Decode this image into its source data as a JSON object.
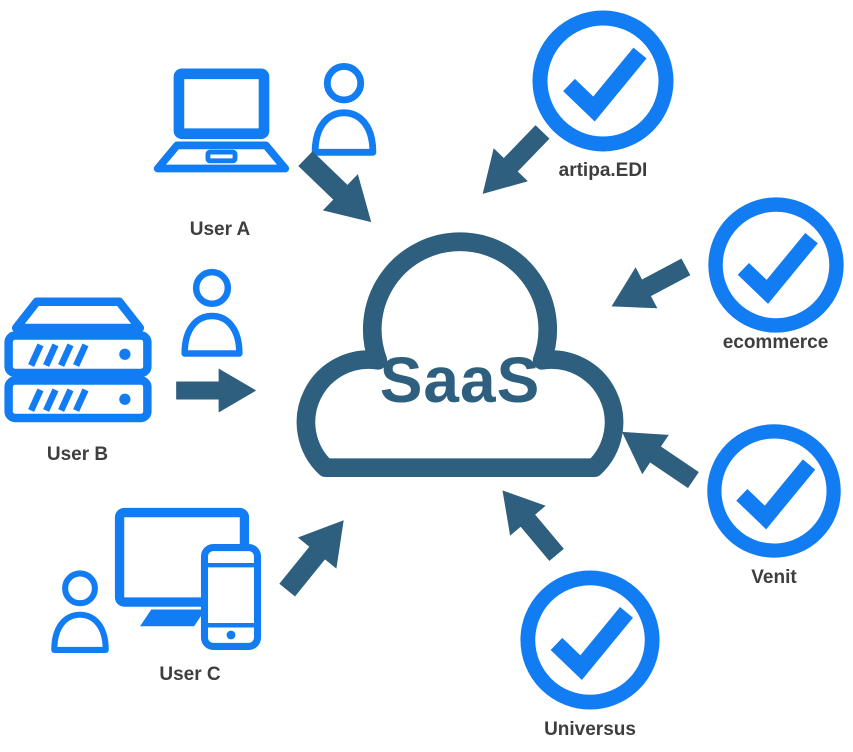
{
  "diagram": {
    "type": "saas-architecture",
    "background": "#ffffff",
    "colors": {
      "primary_blue": "#127CF2",
      "dark_blue": "#2E5F7E",
      "label_text": "#3E3E3E"
    },
    "center": {
      "id": "saas",
      "label": "SaaS",
      "icon": "cloud-icon"
    },
    "users": [
      {
        "id": "user-a",
        "label": "User A",
        "icons": [
          "laptop-icon",
          "person-icon"
        ]
      },
      {
        "id": "user-b",
        "label": "User B",
        "icons": [
          "server-icon",
          "person-icon"
        ]
      },
      {
        "id": "user-c",
        "label": "User C",
        "icons": [
          "monitor-icon",
          "smartphone-icon",
          "person-icon"
        ]
      }
    ],
    "services": [
      {
        "id": "artipa-edi",
        "label": "artipa.EDI",
        "icon": "check-circle-icon"
      },
      {
        "id": "ecommerce",
        "label": "ecommerce",
        "icon": "check-circle-icon"
      },
      {
        "id": "venit",
        "label": "Venit",
        "icon": "check-circle-icon"
      },
      {
        "id": "universus",
        "label": "Universus",
        "icon": "check-circle-icon"
      }
    ],
    "connections": [
      {
        "from": "user-a",
        "to": "saas",
        "style": "arrow"
      },
      {
        "from": "user-b",
        "to": "saas",
        "style": "arrow"
      },
      {
        "from": "user-c",
        "to": "saas",
        "style": "arrow"
      },
      {
        "from": "artipa-edi",
        "to": "saas",
        "style": "arrow"
      },
      {
        "from": "ecommerce",
        "to": "saas",
        "style": "arrow"
      },
      {
        "from": "venit",
        "to": "saas",
        "style": "arrow"
      },
      {
        "from": "universus",
        "to": "saas",
        "style": "arrow"
      }
    ]
  }
}
